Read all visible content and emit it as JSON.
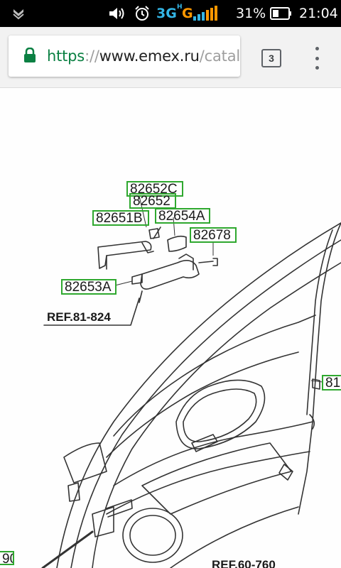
{
  "status_bar": {
    "network_3g": "3G",
    "network_h": "H",
    "network_g": "G",
    "battery_percent": "31%",
    "time": "21:04",
    "icons": [
      "notification-icon",
      "volume-icon",
      "alarm-icon",
      "signal-icon",
      "battery-icon"
    ]
  },
  "browser": {
    "url_scheme": "https",
    "url_separator": "://",
    "url_host": "www.emex.ru",
    "url_path": "/catalog",
    "tab_count": "3",
    "colors": {
      "secure_green": "#0b8043",
      "url_grey": "#9e9e9e"
    }
  },
  "diagram": {
    "part_labels": [
      {
        "id": "82652C",
        "text": "82652C"
      },
      {
        "id": "82652",
        "text": "82652"
      },
      {
        "id": "82651B",
        "text": "82651B"
      },
      {
        "id": "82654A",
        "text": "82654A"
      },
      {
        "id": "82678",
        "text": "82678"
      },
      {
        "id": "82653A",
        "text": "82653A"
      },
      {
        "id": "81-partial",
        "text": "81"
      },
      {
        "id": "90-partial",
        "text": "90"
      }
    ],
    "ref_labels": [
      {
        "id": "ref-81-824",
        "text": "REF.81-824"
      },
      {
        "id": "ref-bottom",
        "text": "REF.60-760"
      }
    ],
    "colors": {
      "label_border": "#2fa82f",
      "line": "#333333"
    }
  }
}
